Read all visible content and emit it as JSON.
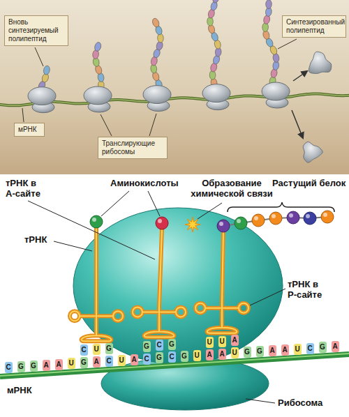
{
  "diagram": {
    "nodes": [
      {
        "text": [
          "Вновь синтезируемый полипептид"
        ]
      },
      {
        "text": [
          "Синтезированный полипептид"
        ]
      },
      {
        "text": [
          "мРНК"
        ]
      },
      {
        "text": [
          "Транслирующие рибосомы"
        ]
      }
    ],
    "labels": [
      "тРНК в А-сайте",
      "Аминокислоты",
      "Образование химической связи",
      "Растущий белок",
      "тРНК",
      "тРНК в Р-сайте",
      "C",
      "U",
      "G",
      "G",
      "C",
      "G",
      "U",
      "U",
      "A",
      "C",
      "G",
      "G",
      "A",
      "A",
      "U",
      "G",
      "A",
      "C",
      "U",
      "A",
      "C",
      "G",
      "C",
      "G",
      "U",
      "A",
      "A",
      "U",
      "G",
      "G",
      "A",
      "A",
      "U",
      "C",
      "G",
      "A",
      "мРНК",
      "Рибосома"
    ]
  }
}
